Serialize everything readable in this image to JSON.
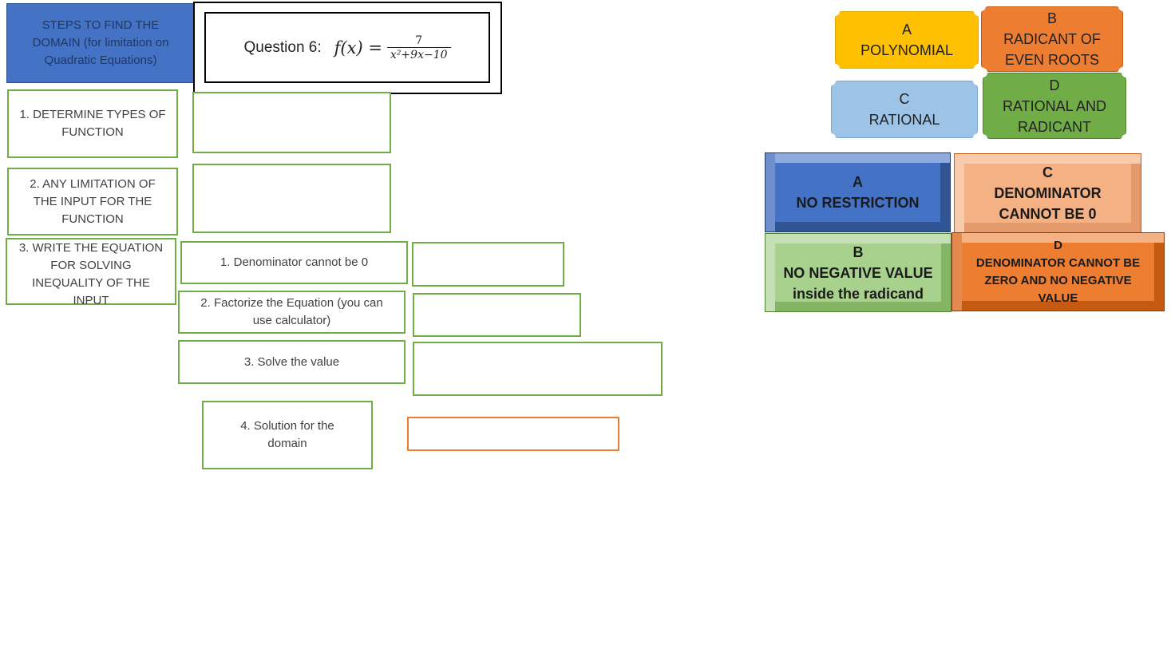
{
  "header": {
    "title": "STEPS TO FIND THE\nDOMAIN (for limitation on\nQuadratic Equations)"
  },
  "question": {
    "label": "Question 6:",
    "function_name": "f(x) =",
    "numerator": "7",
    "denominator": "x²+9x−10"
  },
  "steps": [
    {
      "label": "1.  DETERMINE TYPES OF\nFUNCTION"
    },
    {
      "label": "2.  ANY LIMITATION OF\nTHE INPUT FOR THE\nFUNCTION"
    },
    {
      "label": "3.  WRITE THE EQUATION\nFOR SOLVING\nINEQUALITY OF THE\nINPUT"
    }
  ],
  "substeps": [
    {
      "label": "1. Denominator cannot be 0"
    },
    {
      "label": "2. Factorize the Equation (you can\nuse calculator)"
    },
    {
      "label": "3. Solve the value"
    },
    {
      "label": "4.  Solution for the\ndomain"
    }
  ],
  "function_types": {
    "a": {
      "letter": "A",
      "text": "POLYNOMIAL",
      "color": "#ffc000"
    },
    "b": {
      "letter": "B",
      "text": "RADICANT OF\nEVEN ROOTS",
      "color": "#ed7d31"
    },
    "c": {
      "letter": "C",
      "text": "RATIONAL",
      "color": "#9dc3e6"
    },
    "d": {
      "letter": "D",
      "text": "RATIONAL AND\nRADICANT",
      "color": "#70ad47"
    }
  },
  "limitations": {
    "a": {
      "letter": "A",
      "text": "NO RESTRICTION",
      "color": "#4472c4"
    },
    "b": {
      "letter": "B",
      "text": "NO NEGATIVE VALUE\ninside the radicand",
      "color": "#a9d18e"
    },
    "c": {
      "letter": "C",
      "text": "DENOMINATOR\nCANNOT BE 0",
      "color": "#f4b183"
    },
    "d": {
      "letter": "D",
      "text": "DENOMINATOR CANNOT BE\nZERO AND NO NEGATIVE\nVALUE",
      "color": "#ed7d31"
    }
  }
}
